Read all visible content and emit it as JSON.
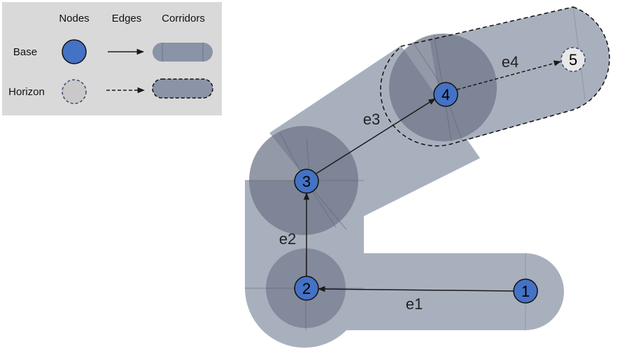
{
  "legend": {
    "col_nodes": "Nodes",
    "col_edges": "Edges",
    "col_corridors": "Corridors",
    "row_base": "Base",
    "row_horizon": "Horizon"
  },
  "nodes": [
    {
      "id": "1",
      "label": "1",
      "type": "base"
    },
    {
      "id": "2",
      "label": "2",
      "type": "base"
    },
    {
      "id": "3",
      "label": "3",
      "type": "base"
    },
    {
      "id": "4",
      "label": "4",
      "type": "base"
    },
    {
      "id": "5",
      "label": "5",
      "type": "horizon"
    }
  ],
  "edges": [
    {
      "id": "e1",
      "label": "e1",
      "from": "1",
      "to": "2",
      "type": "base"
    },
    {
      "id": "e2",
      "label": "e2",
      "from": "2",
      "to": "3",
      "type": "base"
    },
    {
      "id": "e3",
      "label": "e3",
      "from": "3",
      "to": "4",
      "type": "base"
    },
    {
      "id": "e4",
      "label": "e4",
      "from": "4",
      "to": "5",
      "type": "horizon"
    }
  ],
  "colors": {
    "legend_bg": "#d9d9d9",
    "base_node_fill": "#4472c4",
    "horizon_node_fill": "#d9d9d9",
    "corridor_fill": "#8a94a6",
    "overlap_disc_fill": "#5f6779"
  }
}
